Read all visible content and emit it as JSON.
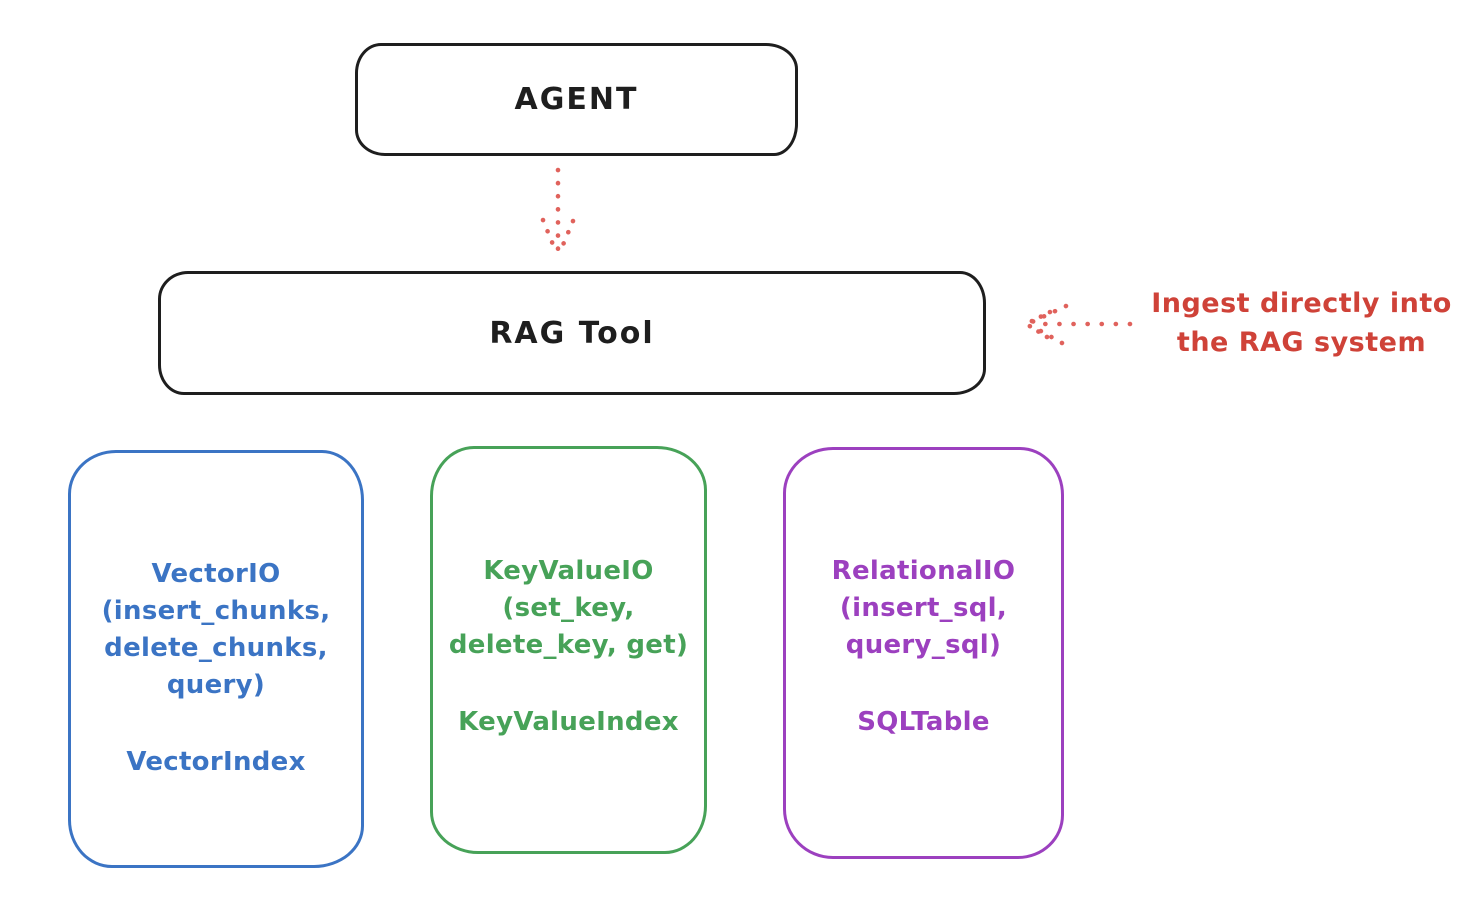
{
  "diagram": {
    "agent_box": {
      "label": "AGENT"
    },
    "rag_tool_box": {
      "label": "RAG Tool"
    },
    "annotation": {
      "line1": "Ingest directly into",
      "line2": "the RAG system"
    },
    "stores": [
      {
        "name": "VectorIO",
        "lines": [
          "VectorIO",
          "(insert_chunks,",
          "delete_chunks,",
          "query)"
        ],
        "index_label": "VectorIndex",
        "color": "#3b74c4"
      },
      {
        "name": "KeyValueIO",
        "lines": [
          "KeyValueIO",
          "(set_key,",
          "delete_key, get)"
        ],
        "index_label": "KeyValueIndex",
        "color": "#47a258"
      },
      {
        "name": "RelationalIO",
        "lines": [
          "RelationalIO",
          "(insert_sql,",
          "query_sql)"
        ],
        "index_label": "SQLTable",
        "color": "#9c40bf"
      }
    ],
    "colors": {
      "outline_black": "#1e1e1e",
      "annotation_red": "#cf4238",
      "arrow_red": "#e0625c",
      "background": "#ffffff"
    }
  }
}
